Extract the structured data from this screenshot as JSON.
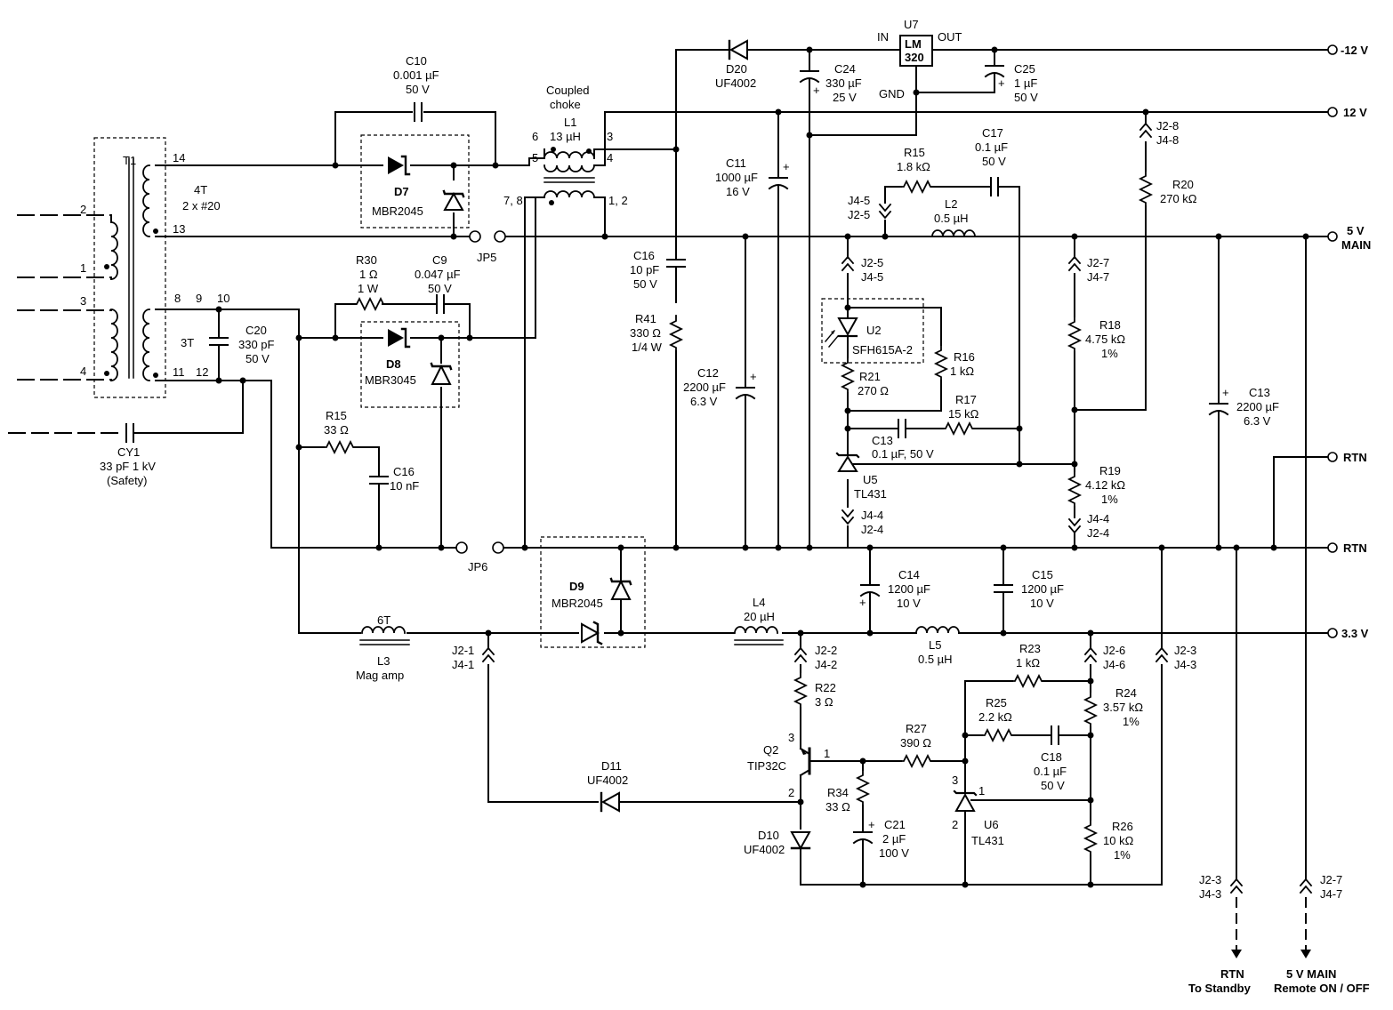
{
  "transformer": {
    "ref": "T1",
    "primary_pins": [
      "2",
      "1",
      "3",
      "4"
    ],
    "sec_pins": [
      "14",
      "13",
      "8",
      "9",
      "10",
      "11",
      "12"
    ],
    "turns_5v": "4T",
    "wire": "2 x #20",
    "turns_3t": "3T"
  },
  "caps": {
    "c10": [
      "C10",
      "0.001 µF",
      "50 V"
    ],
    "c9": [
      "C9",
      "0.047 µF",
      "50 V"
    ],
    "c20": [
      "C20",
      "330 pF",
      "50 V"
    ],
    "cy1": [
      "CY1",
      "33 pF 1 kV",
      "(Safety)"
    ],
    "c16a": [
      "C16",
      "10 nF"
    ],
    "c16b": [
      "C16",
      "10 pF",
      "50 V"
    ],
    "c11": [
      "C11",
      "1000 µF",
      "16 V"
    ],
    "c12": [
      "C12",
      "2200 µF",
      "6.3 V"
    ],
    "c24": [
      "C24",
      "330 µF",
      "25 V"
    ],
    "c25": [
      "C25",
      "1 µF",
      "50 V"
    ],
    "c17": [
      "C17",
      "0.1 µF",
      "50 V"
    ],
    "c13a": [
      "C13",
      "0.1 µF, 50 V"
    ],
    "c13b": [
      "C13",
      "2200 µF",
      "6.3 V"
    ],
    "c14": [
      "C14",
      "1200 µF",
      "10 V"
    ],
    "c15": [
      "C15",
      "1200 µF",
      "10 V"
    ],
    "c18": [
      "C18",
      "0.1 µF",
      "50 V"
    ],
    "c21": [
      "C21",
      "2 µF",
      "100 V"
    ]
  },
  "resistors": {
    "r30": [
      "R30",
      "1 Ω",
      "1 W"
    ],
    "r15a": [
      "R15",
      "33 Ω"
    ],
    "r41": [
      "R41",
      "330 Ω",
      "1/4 W"
    ],
    "r15b": [
      "R15",
      "1.8 kΩ"
    ],
    "r20": [
      "R20",
      "270 kΩ"
    ],
    "r16": [
      "R16",
      "1 kΩ"
    ],
    "r21": [
      "R21",
      "270 Ω"
    ],
    "r17": [
      "R17",
      "15 kΩ"
    ],
    "r18": [
      "R18",
      "4.75 kΩ",
      "1%"
    ],
    "r19": [
      "R19",
      "4.12 kΩ",
      "1%"
    ],
    "r22": [
      "R22",
      "3 Ω"
    ],
    "r23": [
      "R23",
      "1 kΩ"
    ],
    "r24": [
      "R24",
      "3.57 kΩ",
      "1%"
    ],
    "r25": [
      "R25",
      "2.2 kΩ"
    ],
    "r27": [
      "R27",
      "390 Ω"
    ],
    "r34": [
      "R34",
      "33 Ω"
    ],
    "r26": [
      "R26",
      "10 kΩ",
      "1%"
    ]
  },
  "diodes": {
    "d7": [
      "D7",
      "MBR2045"
    ],
    "d8": [
      "D8",
      "MBR3045"
    ],
    "d9": [
      "D9",
      "MBR2045"
    ],
    "d20": [
      "D20",
      "UF4002"
    ],
    "d11": [
      "D11",
      "UF4002"
    ],
    "d10": [
      "D10",
      "UF4002"
    ]
  },
  "inductors": {
    "l1": [
      "Coupled",
      "choke",
      "L1",
      "13 µH"
    ],
    "l1pins": [
      "6",
      "3",
      "5",
      "4",
      "7, 8",
      "1, 2"
    ],
    "l2": [
      "L2",
      "0.5 µH"
    ],
    "l3": [
      "6T",
      "L3",
      "Mag amp"
    ],
    "l4": [
      "L4",
      "20 µH"
    ],
    "l5": [
      "L5",
      "0.5 µH"
    ]
  },
  "ics": {
    "u7": [
      "U7",
      "IN",
      "OUT",
      "GND",
      "LM",
      "320"
    ],
    "u2": [
      "U2",
      "SFH615A-2"
    ],
    "u5": [
      "U5",
      "TL431"
    ],
    "u6": [
      "U6",
      "TL431",
      "3",
      "1",
      "2"
    ],
    "q2": [
      "Q2",
      "TIP32C",
      "3",
      "1",
      "2"
    ]
  },
  "jumpers": {
    "jp5": "JP5",
    "jp6": "JP6"
  },
  "connectors": {
    "c1": [
      "J2-8",
      "J4-8"
    ],
    "c2": [
      "J4-5",
      "J2-5"
    ],
    "c3": [
      "J2-5",
      "J4-5"
    ],
    "c4": [
      "J2-7",
      "J4-7"
    ],
    "c5": [
      "J4-4",
      "J2-4"
    ],
    "c6": [
      "J4-4",
      "J2-4"
    ],
    "c7": [
      "J2-1",
      "J4-1"
    ],
    "c8": [
      "J2-2",
      "J4-2"
    ],
    "c9": [
      "J2-6",
      "J4-6"
    ],
    "c10": [
      "J2-3",
      "J4-3"
    ],
    "c11": [
      "J2-3",
      "J4-3"
    ],
    "c12": [
      "J2-7",
      "J4-7"
    ]
  },
  "outputs": {
    "m12": "-12 V",
    "p12": "12 V",
    "v5a": "5 V",
    "v5b": "MAIN",
    "rtn1": "RTN",
    "rtn2": "RTN",
    "v33": "3.3 V",
    "st1": "RTN",
    "st2": "To Standby",
    "rm1": "5 V MAIN",
    "rm2": "Remote ON / OFF"
  }
}
